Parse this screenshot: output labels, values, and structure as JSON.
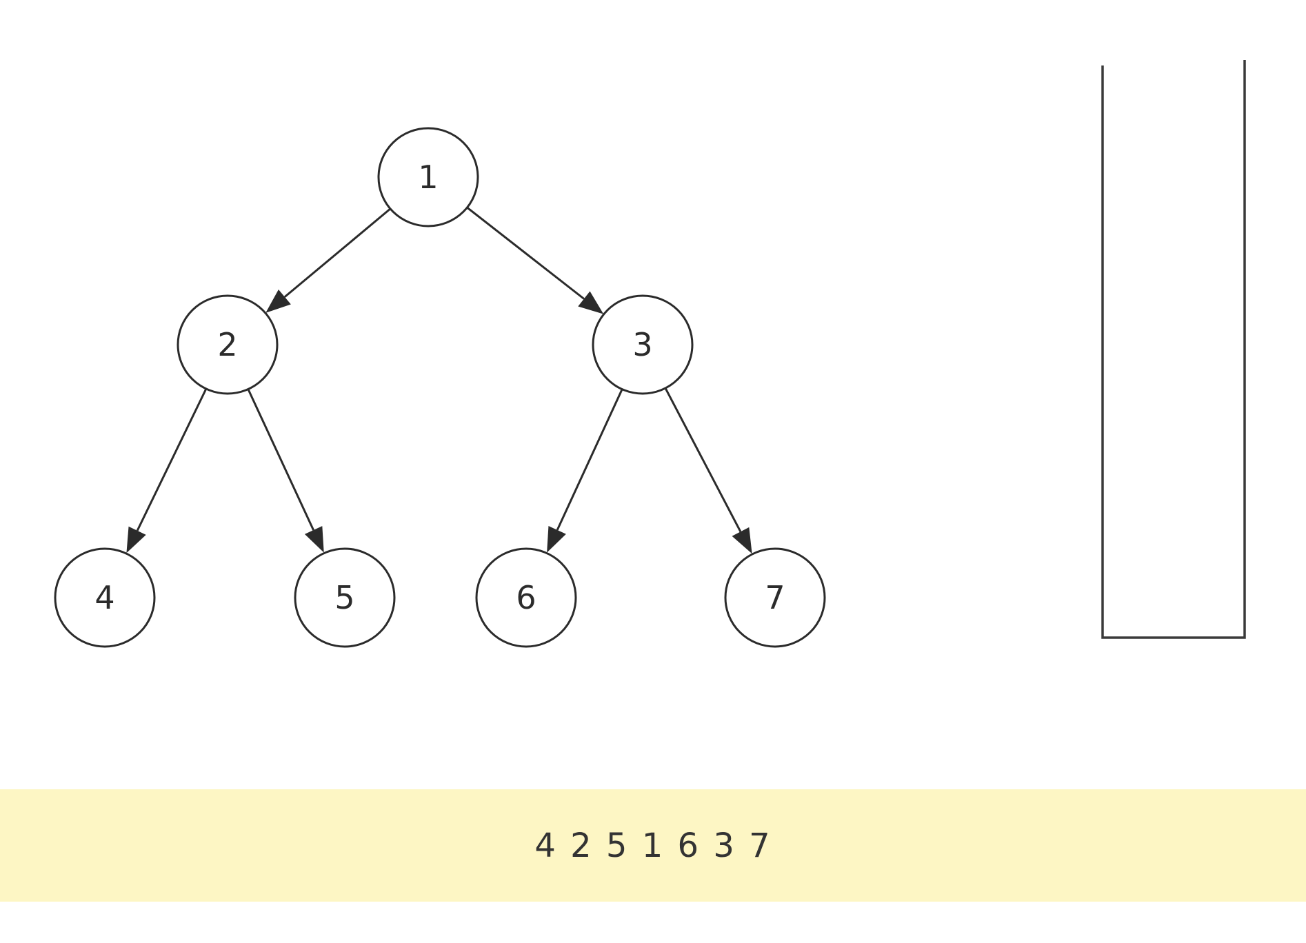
{
  "tree": {
    "nodes": [
      {
        "id": "1",
        "label": "1"
      },
      {
        "id": "2",
        "label": "2"
      },
      {
        "id": "3",
        "label": "3"
      },
      {
        "id": "4",
        "label": "4"
      },
      {
        "id": "5",
        "label": "5"
      },
      {
        "id": "6",
        "label": "6"
      },
      {
        "id": "7",
        "label": "7"
      }
    ],
    "edges": [
      {
        "from": "1",
        "to": "2"
      },
      {
        "from": "1",
        "to": "3"
      },
      {
        "from": "2",
        "to": "4"
      },
      {
        "from": "2",
        "to": "5"
      },
      {
        "from": "3",
        "to": "6"
      },
      {
        "from": "3",
        "to": "7"
      }
    ]
  },
  "output": {
    "sequence": "4 2 5 1 6 3 7"
  },
  "colors": {
    "stroke": "#2b2b2b",
    "output_background": "#fdf6c4"
  }
}
